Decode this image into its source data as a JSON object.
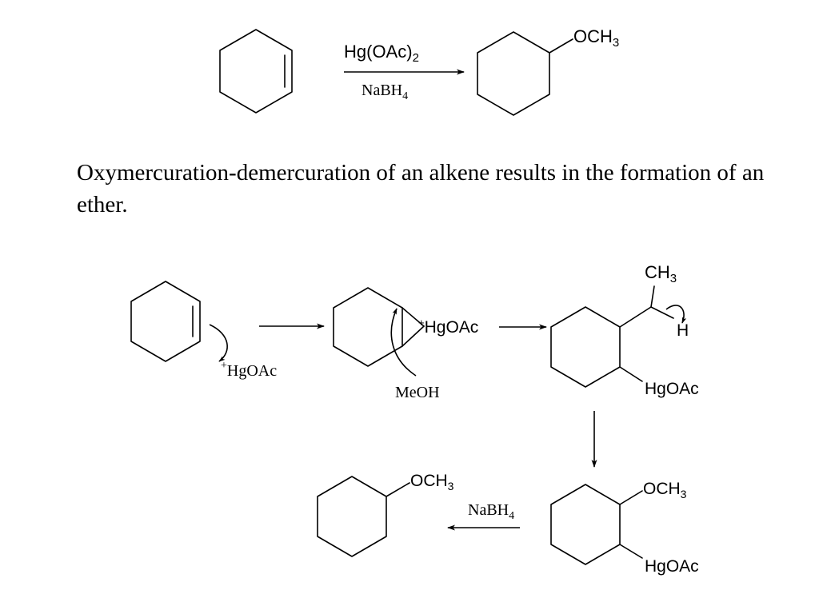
{
  "reaction": {
    "reagent_top": "Hg(OAc)",
    "reagent_top_sub": "2",
    "reagent_bottom": "NaBH",
    "reagent_bottom_sub": "4"
  },
  "caption": "Oxymercuration-demercuration of an alkene results in the formation of an ether.",
  "labels": {
    "och3": "OCH",
    "och3_sub": "3",
    "ch3": "CH",
    "ch3_sub": "3",
    "plus": "+",
    "hgoac": "HgOAc",
    "meoh": "MeOH",
    "h": "H",
    "nabh4": "NaBH",
    "nabh4_sub": "4"
  }
}
